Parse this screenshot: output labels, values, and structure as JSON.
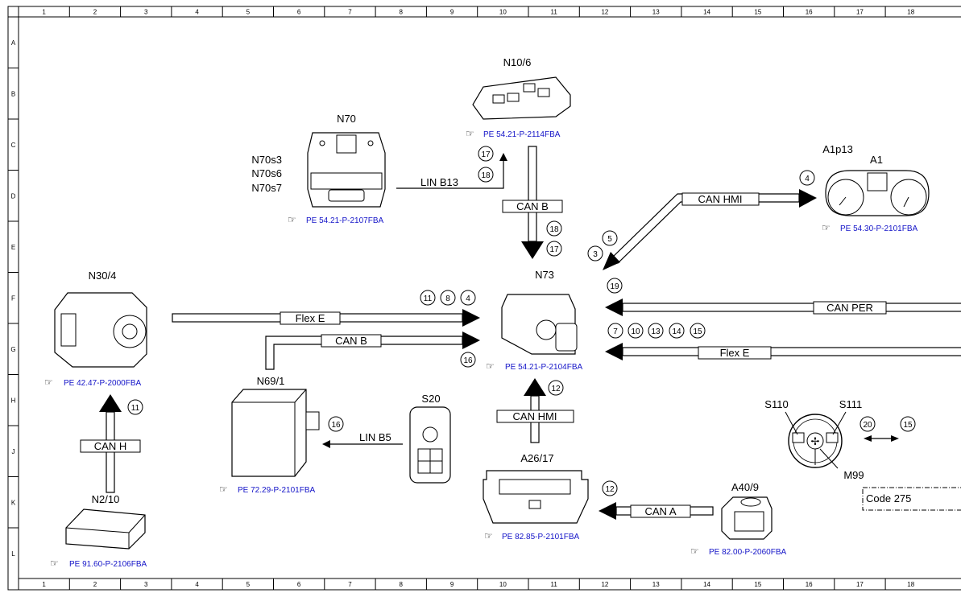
{
  "grid": {
    "columns": [
      "1",
      "2",
      "3",
      "4",
      "5",
      "6",
      "7",
      "8",
      "9",
      "10",
      "11",
      "12",
      "13",
      "14",
      "15",
      "16",
      "17",
      "18"
    ],
    "rows": [
      "A",
      "B",
      "C",
      "D",
      "E",
      "F",
      "G",
      "H",
      "J",
      "K",
      "L"
    ]
  },
  "components": {
    "n70": {
      "name": "N70",
      "ref": "PE 54.21-P-2107FBA",
      "switches": [
        "N70s3",
        "N70s6",
        "N70s7"
      ]
    },
    "n10_6": {
      "name": "N10/6",
      "ref": "PE 54.21-P-2114FBA"
    },
    "a1": {
      "name": "A1",
      "sub": "A1p13",
      "ref": "PE 54.30-P-2101FBA"
    },
    "n30_4": {
      "name": "N30/4",
      "ref": "PE 42.47-P-2000FBA"
    },
    "n73": {
      "name": "N73",
      "ref": "PE 54.21-P-2104FBA"
    },
    "n69_1": {
      "name": "N69/1",
      "ref": "PE 72.29-P-2101FBA"
    },
    "s20": {
      "name": "S20"
    },
    "n2_10": {
      "name": "N2/10",
      "ref": "PE 91.60-P-2106FBA"
    },
    "a26_17": {
      "name": "A26/17",
      "ref": "PE 82.85-P-2101FBA"
    },
    "a40_9": {
      "name": "A40/9",
      "ref": "PE 82.00-P-2060FBA"
    },
    "wheel": {
      "s110": "S110",
      "s111": "S111",
      "m99": "M99"
    }
  },
  "buses": {
    "lin_b13": "LIN B13",
    "can_b_vert": "CAN B",
    "can_hmi_top": "CAN HMI",
    "can_per": "CAN PER",
    "flex_e_left": "Flex E",
    "can_b_left": "CAN B",
    "flex_e_right": "Flex E",
    "can_hmi_low": "CAN HMI",
    "lin_b5": "LIN B5",
    "can_h": "CAN H",
    "can_a": "CAN A"
  },
  "code_box": "Code 275",
  "circles": {
    "c17a": "17",
    "c18a": "18",
    "c18b": "18",
    "c17b": "17",
    "c4a": "4",
    "c5": "5",
    "c3": "3",
    "c19": "19",
    "c11a": "11",
    "c8": "8",
    "c4b": "4",
    "c16a": "16",
    "c7": "7",
    "c10": "10",
    "c13": "13",
    "c14": "14",
    "c15a": "15",
    "c12a": "12",
    "c12b": "12",
    "c11b": "11",
    "c16b": "16",
    "c20": "20",
    "c15b": "15"
  }
}
